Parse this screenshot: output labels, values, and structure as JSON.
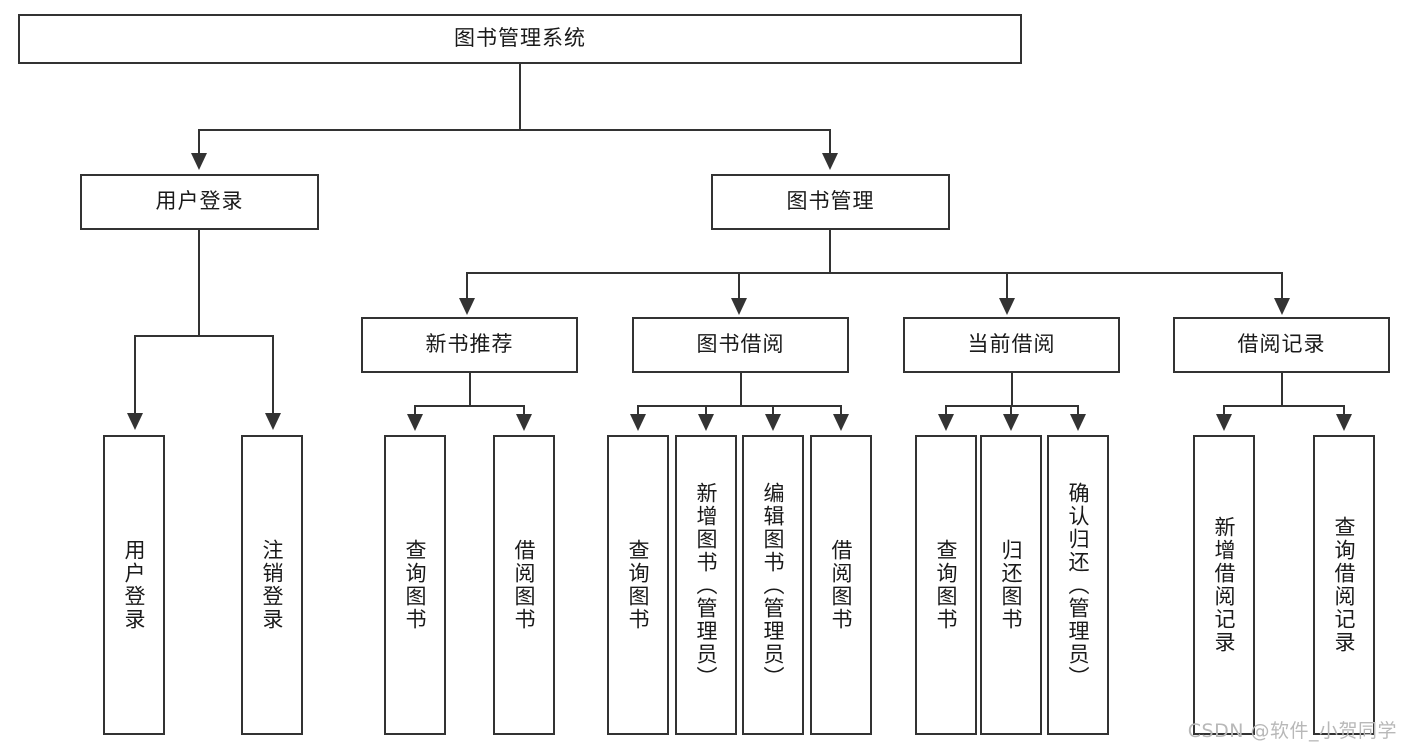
{
  "diagram": {
    "title": "图书管理系统",
    "type": "tree",
    "root": {
      "label": "图书管理系统"
    },
    "level2": [
      {
        "label": "用户登录"
      },
      {
        "label": "图书管理"
      }
    ],
    "level3": [
      {
        "label": "新书推荐"
      },
      {
        "label": "图书借阅"
      },
      {
        "label": "当前借阅"
      },
      {
        "label": "借阅记录"
      }
    ],
    "leaves": {
      "user_login": [
        {
          "label": "用户登录"
        },
        {
          "label": "注销登录"
        }
      ],
      "new_book_recommend": [
        {
          "label": "查询图书"
        },
        {
          "label": "借阅图书"
        }
      ],
      "book_borrow": [
        {
          "label": "查询图书"
        },
        {
          "label": "新增图书（管理员）"
        },
        {
          "label": "编辑图书（管理员）"
        },
        {
          "label": "借阅图书"
        }
      ],
      "current_borrow": [
        {
          "label": "查询图书"
        },
        {
          "label": "归还图书"
        },
        {
          "label": "确认归还（管理员）"
        }
      ],
      "borrow_record": [
        {
          "label": "新增借阅记录"
        },
        {
          "label": "查询借阅记录"
        }
      ]
    }
  },
  "watermark": {
    "text": "CSDN @软件_小贺同学"
  },
  "colors": {
    "border": "#333333",
    "fill": "#ffffff",
    "text": "#1a1a1a",
    "watermark": "#b8b8b8"
  }
}
